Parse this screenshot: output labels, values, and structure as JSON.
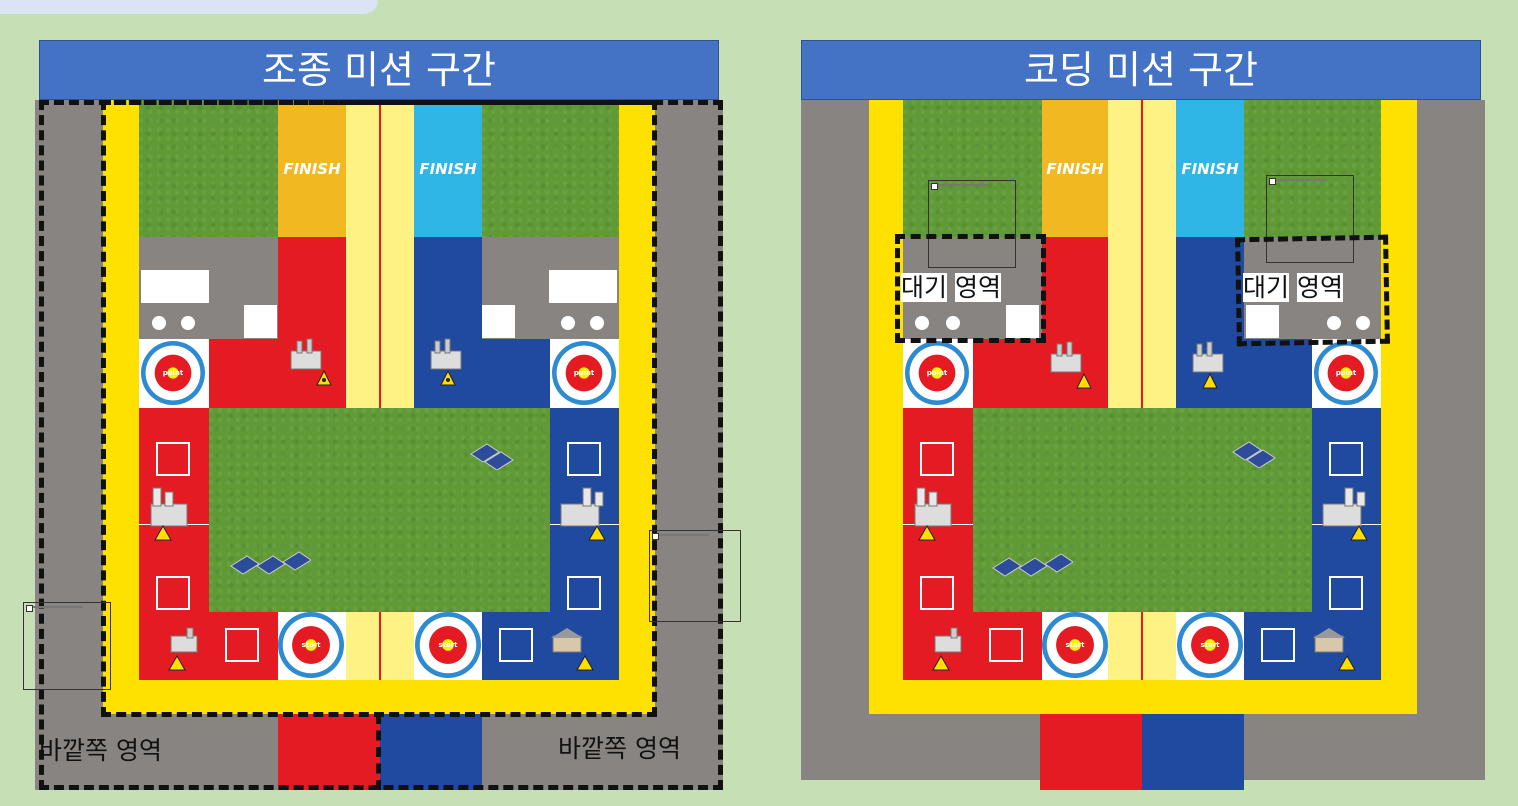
{
  "left_panel": {
    "title": "조종 미션 구간",
    "finish_left": "FINISH",
    "finish_right": "FINISH",
    "target_top": "point",
    "target_bottom": "start",
    "outside_label_left": "바깥쪽 영역",
    "outside_label_right": "바깥쪽 영역"
  },
  "right_panel": {
    "title": "코딩 미션 구간",
    "finish_left": "FINISH",
    "finish_right": "FINISH",
    "target_top": "point",
    "target_bottom": "start",
    "waiting_label_1": "대기",
    "waiting_label_2": "영역"
  },
  "colors": {
    "background": "#c6dfb4",
    "title_bar": "#4472c4",
    "grass": "#5f9a36",
    "road": "#888481",
    "border_yellow": "#ffe100",
    "lane_yellow": "#fff285",
    "team_red": "#e51b24",
    "team_blue": "#1f4aa0",
    "finish_orange": "#f1b821",
    "finish_cyan": "#2fb5e6"
  },
  "icons": [
    "factory-radiation-icon",
    "factory-fire-icon",
    "factory-toxic-icon",
    "solar-panel-icon",
    "target-icon"
  ]
}
